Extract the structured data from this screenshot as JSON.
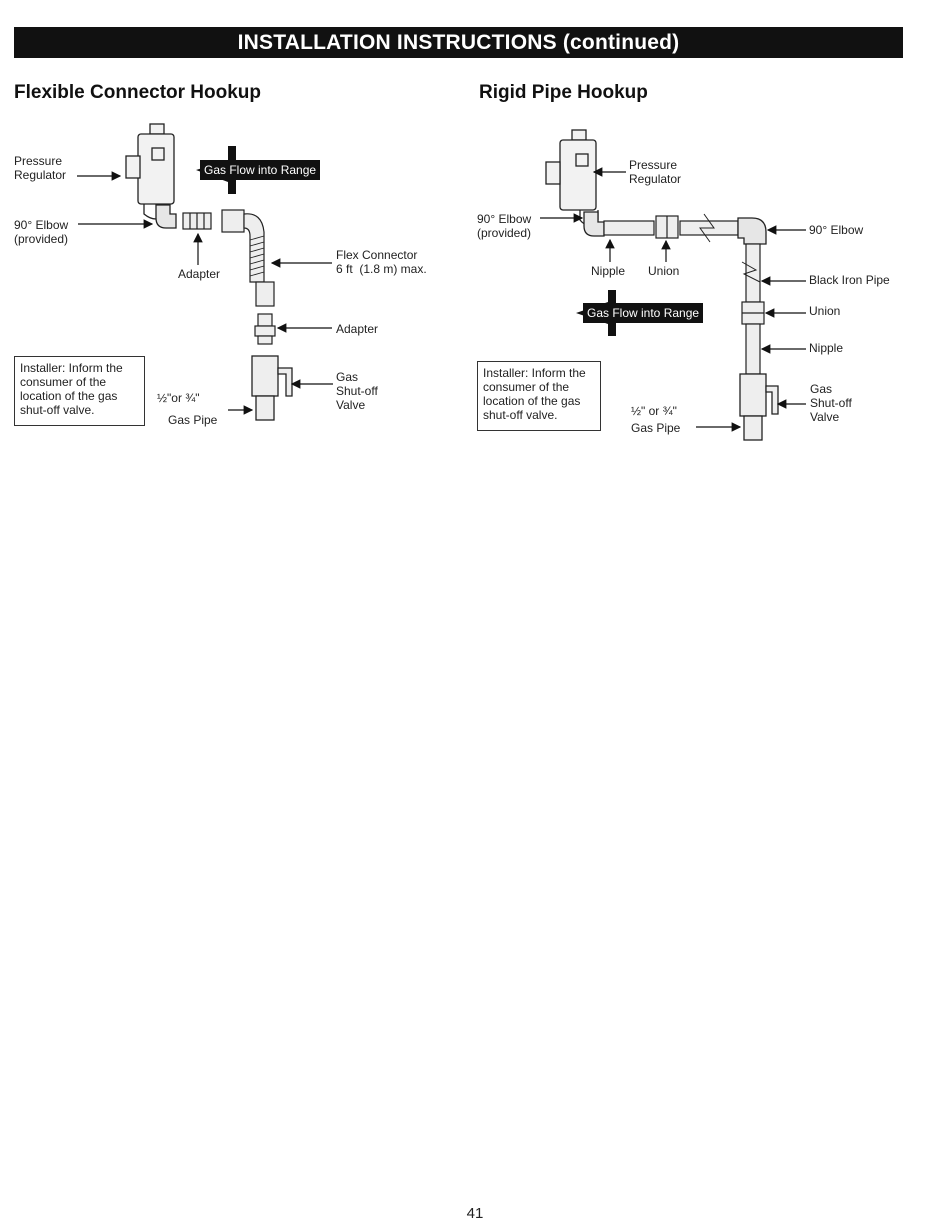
{
  "header": {
    "title": "INSTALLATION INSTRUCTIONS (continued)"
  },
  "flexible": {
    "title": "Flexible Connector Hookup",
    "pressure_regulator": "Pressure\nRegulator",
    "elbow": "90° Elbow\n(provided)",
    "flow_tag": "Gas Flow into Range",
    "adapter_top": "Adapter",
    "flex_connector": "Flex Connector\n6 ft  (1.8 m) max.",
    "adapter_bottom": "Adapter",
    "shutoff": "Gas\nShut-off\nValve",
    "pipe_size": "½\"or ¾\"",
    "gas_pipe": "Gas Pipe",
    "note": "Installer: Inform the consumer of the location of the gas shut-off valve."
  },
  "rigid": {
    "title": "Rigid Pipe Hookup",
    "pressure_regulator": "Pressure\nRegulator",
    "elbow_left": "90° Elbow\n(provided)",
    "nipple_left": "Nipple",
    "union_left": "Union",
    "elbow_right": "90° Elbow",
    "black_iron_pipe": "Black Iron Pipe",
    "union_right": "Union",
    "nipple_right": "Nipple",
    "flow_tag": "Gas Flow into Range",
    "shutoff": "Gas\nShut-off\nValve",
    "pipe_size": "½\" or ¾\"",
    "gas_pipe": "Gas Pipe",
    "note": "Installer: Inform the consumer of the location of the gas shut-off valve."
  },
  "footer": {
    "page_number": "41"
  }
}
